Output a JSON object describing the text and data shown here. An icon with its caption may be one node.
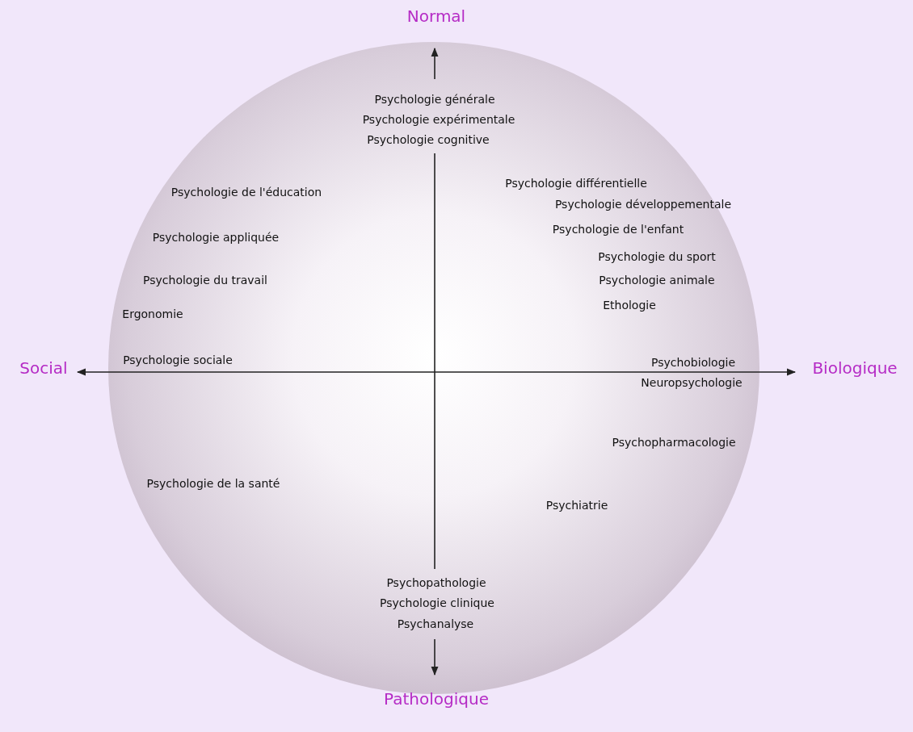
{
  "diagram": {
    "nodes": [
      {
        "text": [
          "Psychologie générale",
          "Psychologie expérimentale",
          "Psychologie cognitive",
          "Psychologie différentielle",
          "Psychologie de l'éducation",
          "Psychologie développementale",
          "Psychologie de l'enfant",
          "Psychologie appliquée",
          "Psychologie du sport",
          "Psychologie du travail",
          "Psychologie animale",
          "Ethologie",
          "Ergonomie",
          "Psychologie sociale",
          "Psychobiologie",
          "Neuropsychologie",
          "Psychopharmacologie",
          "Psychologie de la santé",
          "Psychiatrie",
          "Psychopathologie",
          "Psychologie clinique",
          "Psychanalyse"
        ]
      }
    ],
    "labels": [
      "Normal",
      "Social",
      "Biologique",
      "Pathologique"
    ]
  }
}
